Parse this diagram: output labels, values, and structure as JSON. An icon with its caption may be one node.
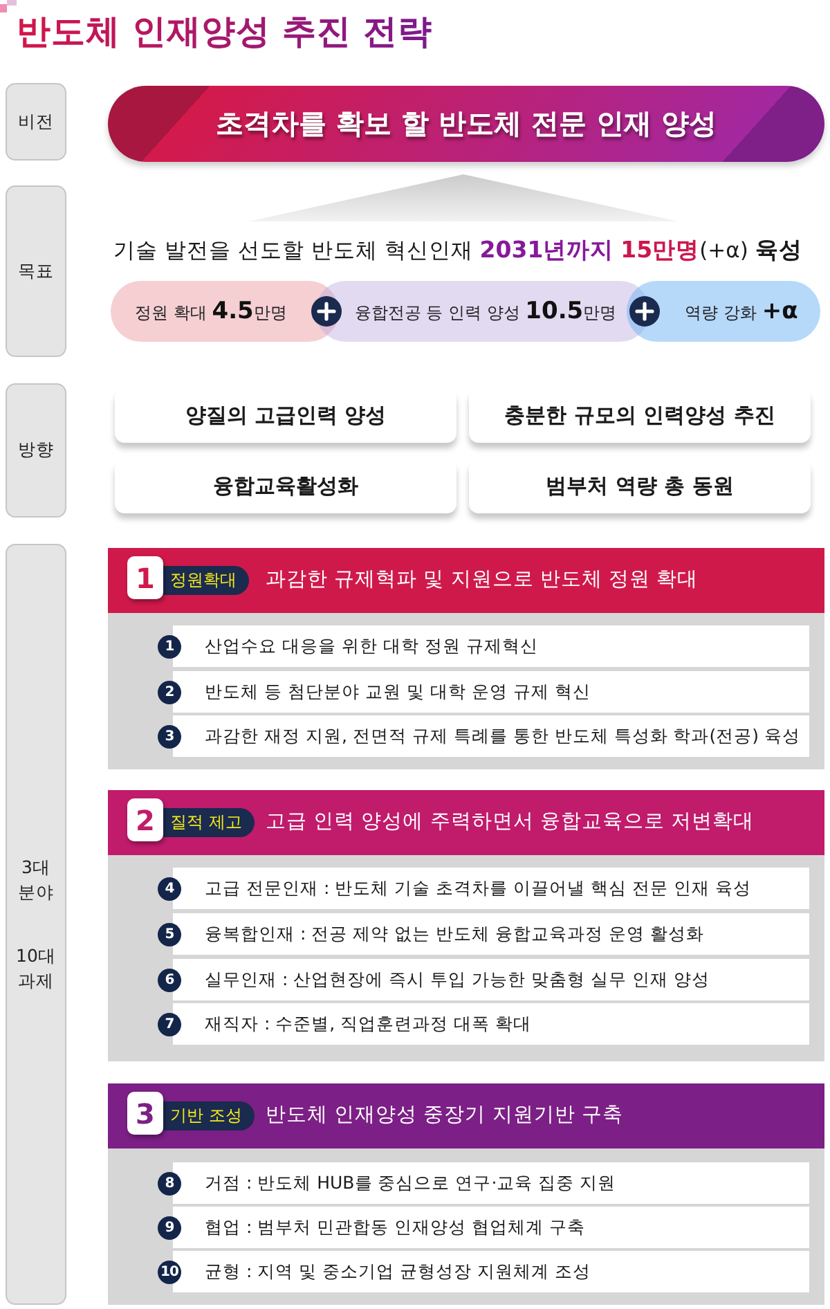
{
  "diagram": {
    "title": "반도체 인재양성 추진 전략",
    "nodes": [
      {
        "text": [
          "비전"
        ]
      },
      {
        "text": [
          "초격차를 확보 할 반도체 전문 인재 양성"
        ]
      },
      {
        "text": [],
        "shape": "triangle"
      },
      {
        "text": [
          "목표"
        ]
      },
      {
        "text": [
          "정원 확대 **4.5**만명"
        ]
      },
      {
        "text": [
          "융합전공 등 인력 양성 **10.5**만명"
        ]
      },
      {
        "text": [
          "역량 강화 **+α**"
        ]
      },
      {
        "text": [
          "방향"
        ]
      },
      {
        "text": [
          "양질의 고급인력 양성"
        ]
      },
      {
        "text": [
          "충분한 규모의 인력양성 추진"
        ]
      },
      {
        "text": [
          "융합교육활성화"
        ]
      },
      {
        "text": [
          "범부처 역량 총 동원"
        ]
      },
      {
        "text": [
          "3대 분야",
          "10대 과제"
        ]
      },
      {
        "text": [
          "1",
          "정원확대",
          "과감한 규제혁파 및 지원으로 반도체 정원 확대"
        ]
      },
      {
        "text": [
          "1",
          "산업수요 대응을 위한 대학 정원 규제혁신"
        ],
        "in": 13
      },
      {
        "text": [
          "2",
          "반도체 등 첨단분야 교원 및 대학 운영 규제 혁신"
        ],
        "in": 13
      },
      {
        "text": [
          "3",
          "과감한 재정 지원, 전면적 규제 특례를 통한 반도체 특성화 학과(전공) 육성"
        ],
        "in": 13
      },
      {
        "text": [
          "2",
          "질적 제고",
          "고급 인력 양성에 주력하면서 융합교육으로 저변확대"
        ]
      },
      {
        "text": [
          "4",
          "고급 전문인재 : 반도체 기술 초격차를 이끌어낼 핵심 전문 인재 육성"
        ],
        "in": 17
      },
      {
        "text": [
          "5",
          "융복합인재 : 전공 제약 없는 반도체 융합교육과정 운영 활성화"
        ],
        "in": 17
      },
      {
        "text": [
          "6",
          "실무인재 : 산업현장에 즉시 투입 가능한 맞춤형 실무 인재 양성"
        ],
        "in": 17
      },
      {
        "text": [
          "7",
          "재직자 : 수준별, 직업훈련과정 대폭 확대"
        ],
        "in": 17
      },
      {
        "text": [
          "3",
          "기반 조성",
          "반도체 인재양성 중장기 지원기반 구축"
        ]
      },
      {
        "text": [
          "8",
          "거점 : 반도체 HUB를 중심으로 연구·교육 집중 지원"
        ],
        "in": 22
      },
      {
        "text": [
          "9",
          "협업 : 범부처 민관합동 인재양성 협업체계 구축"
        ],
        "in": 22
      },
      {
        "text": [
          "10",
          "균형 : 지역 및 중소기업 균형성장 지원체계 조성"
        ],
        "in": 22
      }
    ],
    "labels": [
      "기술 발전을 선도할 반도체 혁신인재 **2031년까지** **15만명**(+α) **육성**"
    ]
  }
}
